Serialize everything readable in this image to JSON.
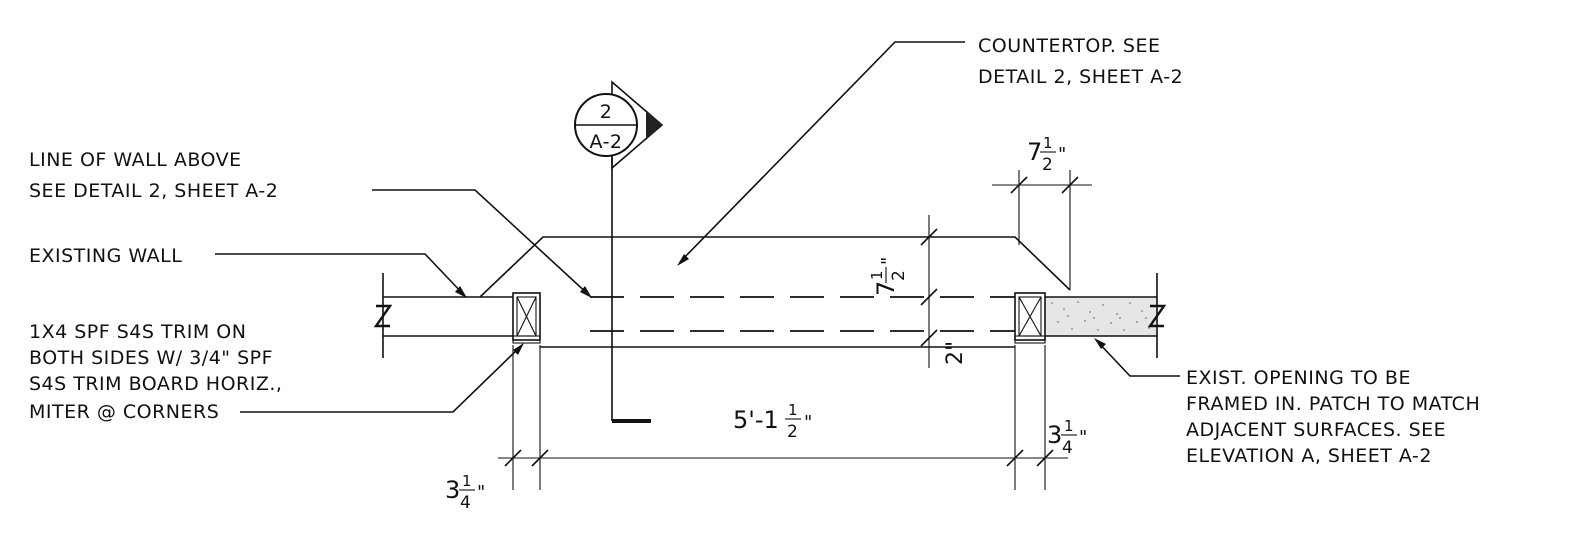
{
  "notes": {
    "countertop": [
      "COUNTERTOP. SEE",
      "DETAIL 2, SHEET A-2"
    ],
    "wall_above": [
      "LINE OF WALL ABOVE",
      "SEE DETAIL 2, SHEET A-2"
    ],
    "existing_wall": [
      "EXISTING WALL"
    ],
    "trim": [
      "1X4 SPF S4S TRIM ON",
      "BOTH SIDES W/ 3/4\" SPF",
      "S4S TRIM BOARD HORIZ.,",
      "MITER @ CORNERS"
    ],
    "opening": [
      "EXIST. OPENING TO BE",
      "FRAMED IN. PATCH TO MATCH",
      "ADJACENT SURFACES. SEE",
      "ELEVATION A, SHEET A-2"
    ]
  },
  "section_marker": {
    "number": "2",
    "sheet": "A-2"
  },
  "dimensions": {
    "top_right_whole": "7",
    "top_right_frac": [
      "1",
      "2"
    ],
    "vert_whole": "7",
    "vert_frac": [
      "1",
      "2"
    ],
    "small_vert": "2\"",
    "span": "5'-1",
    "span_frac": [
      "1",
      "2"
    ],
    "right_trim_whole": "3",
    "right_trim_frac": [
      "1",
      "4"
    ],
    "left_trim_whole": "3",
    "left_trim_frac": [
      "1",
      "4"
    ],
    "inch_mark": "\""
  }
}
